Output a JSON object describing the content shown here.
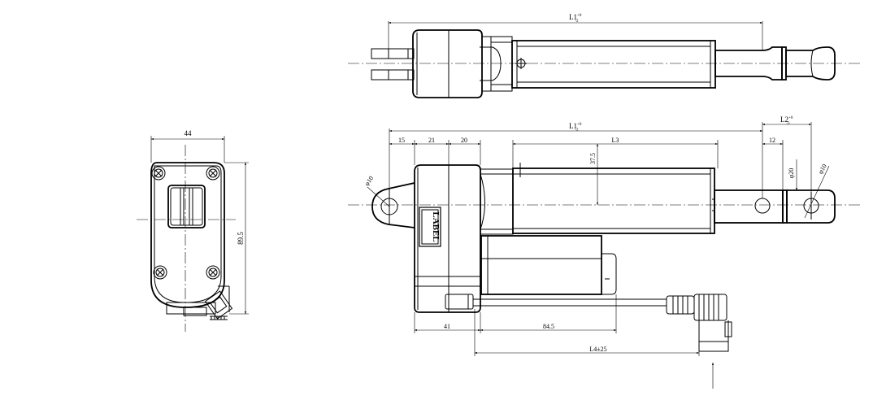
{
  "front_view": {
    "width_label": "44",
    "height_label": "89.5"
  },
  "top_view": {
    "length_label": "L1",
    "length_tol_plus": "+0",
    "length_tol_minus": "-2"
  },
  "side_view": {
    "overall_label": "L1",
    "overall_tol_plus": "+0",
    "overall_tol_minus": "-2",
    "stroke_end_label": "L2",
    "stroke_end_tol_plus": "+0",
    "stroke_end_tol_minus": "-3",
    "dim_15": "15",
    "dim_21": "21",
    "dim_20": "20",
    "dim_l3": "L3",
    "dim_12": "12",
    "dim_37_5": "37.5",
    "rod_dia": "φ20",
    "hole_dia_rear": "φ10",
    "hole_dia_front": "φ10",
    "label_text": "LABEL",
    "dim_41": "41",
    "dim_84_5": "84.5",
    "cable_label": "L4±25"
  }
}
